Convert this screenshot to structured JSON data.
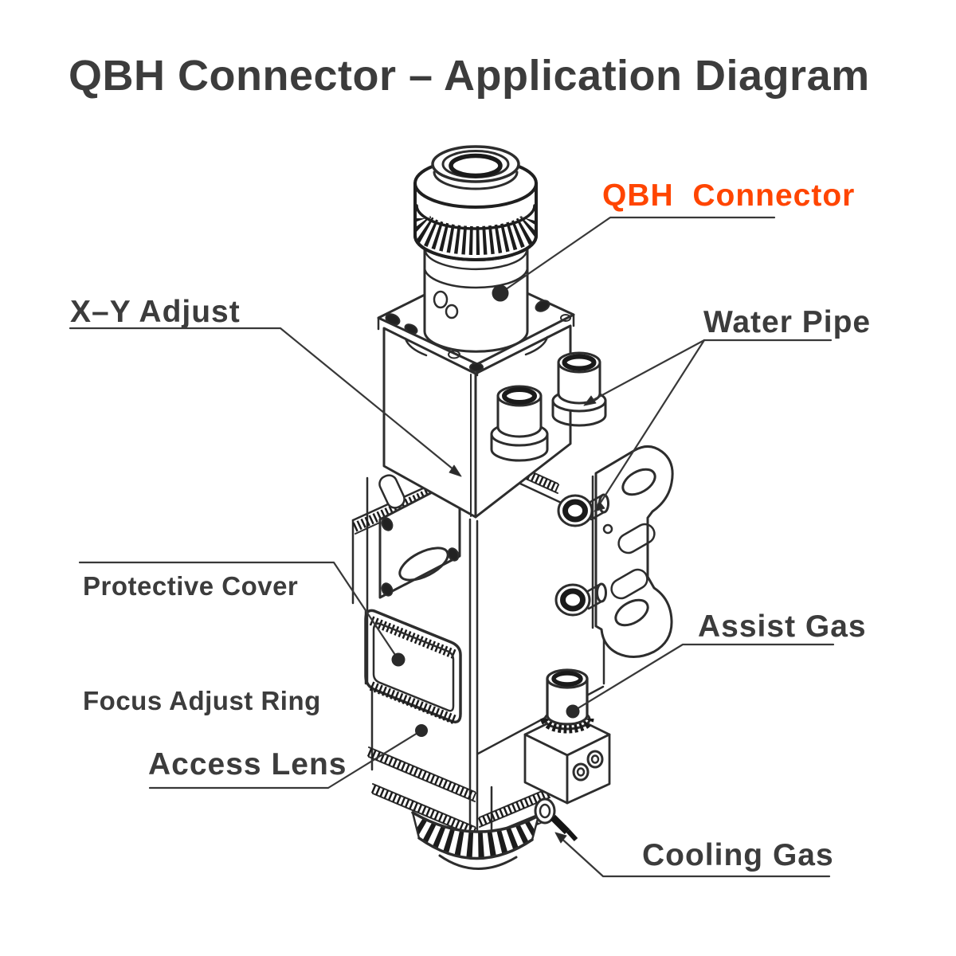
{
  "title": "QBH Connector – Application Diagram",
  "figure": "isometric line drawing of a fiber laser cutting head",
  "colors": {
    "accent": "#FF4500",
    "text": "#3C3C3C",
    "line": "#2D2D2D"
  },
  "labels": {
    "qbh_connector": "QBH  Connector",
    "xy_adjust": "X–Y Adjust",
    "water_pipe": "Water Pipe",
    "protective_cover_line1": "Protective Cover",
    "protective_cover_line2": "Focus Adjust Ring",
    "assist_gas": "Assist Gas",
    "access_lens": "Access Lens",
    "cooling_gas": "Cooling Gas"
  }
}
